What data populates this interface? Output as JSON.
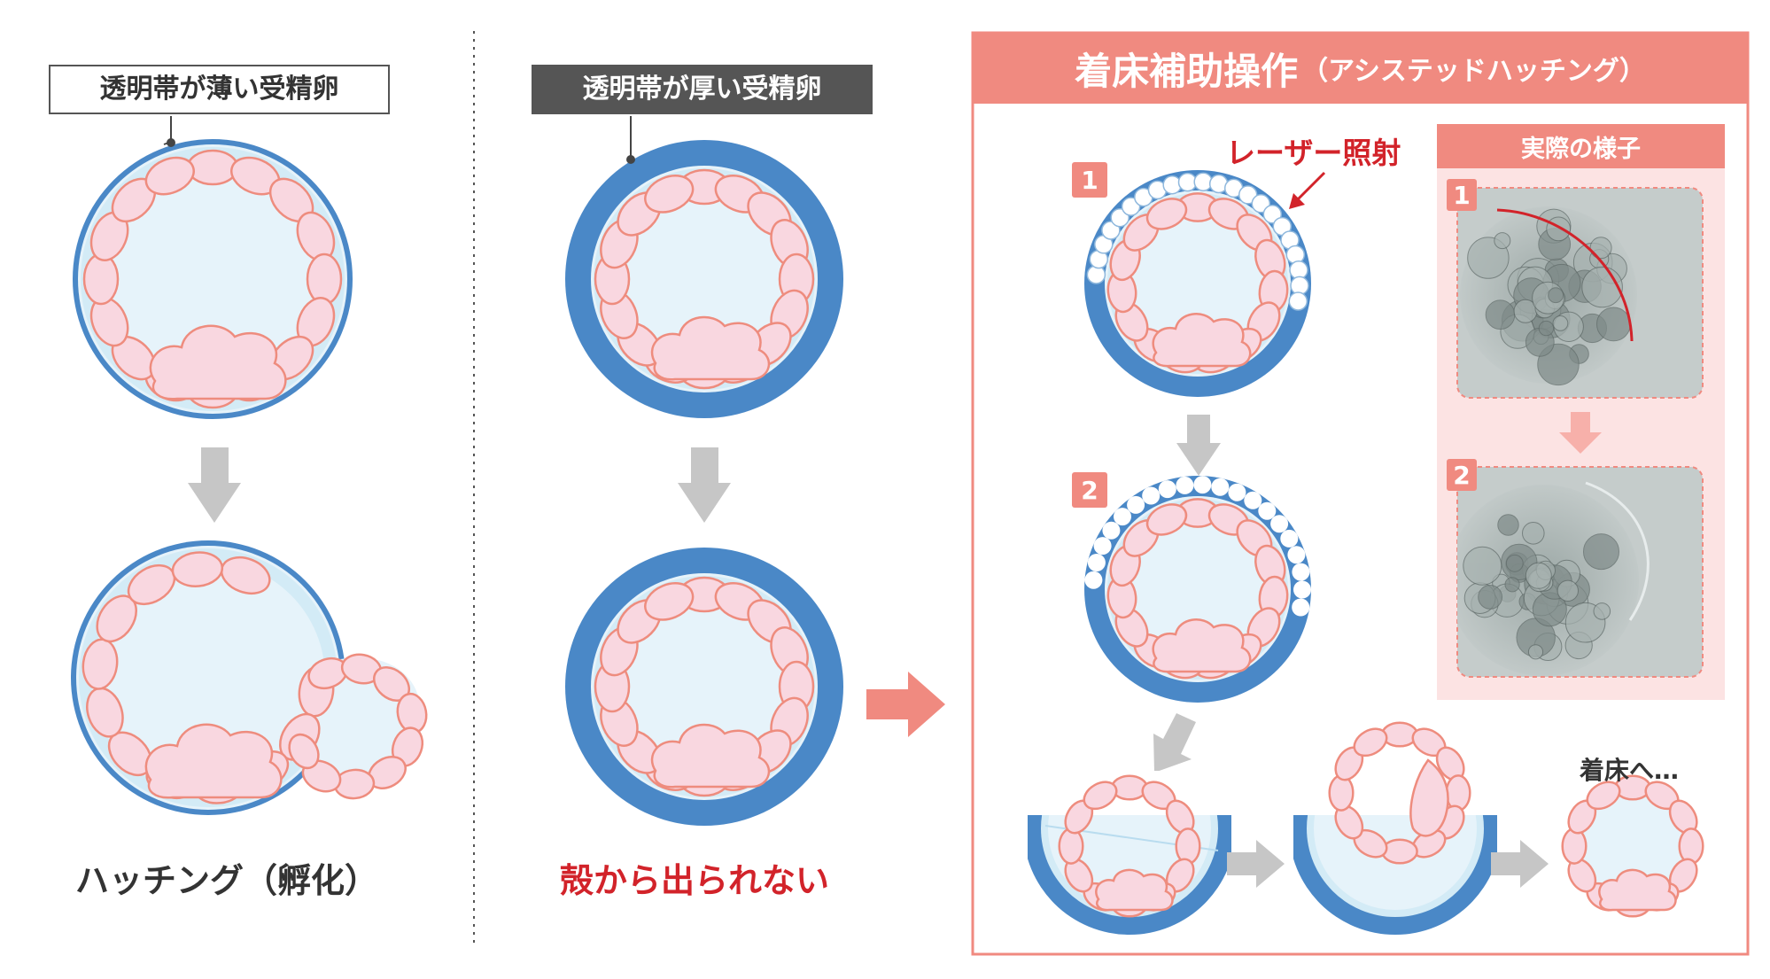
{
  "left_panel": {
    "label": "透明帯が薄い受精卵",
    "caption": "ハッチング（孵化）"
  },
  "middle_panel": {
    "label": "透明帯が厚い受精卵",
    "caption": "殻から出られない"
  },
  "right_panel": {
    "title_main": "着床補助操作",
    "title_sub": "（アシステッドハッチング）",
    "laser_label": "レーザー照射",
    "actual_label": "実際の様子",
    "implant_label": "着床へ…",
    "steps": [
      "1",
      "2"
    ]
  },
  "colors": {
    "zona": "#4a88c7",
    "zona_outline": "#2860a8",
    "cell_fill": "#f9d7e0",
    "cell_stroke": "#ee8c7e",
    "cavity": "#e6f3fa",
    "accent": "#f08a80",
    "alert": "#d2232a",
    "arrow_gray": "#c6c6c6"
  }
}
